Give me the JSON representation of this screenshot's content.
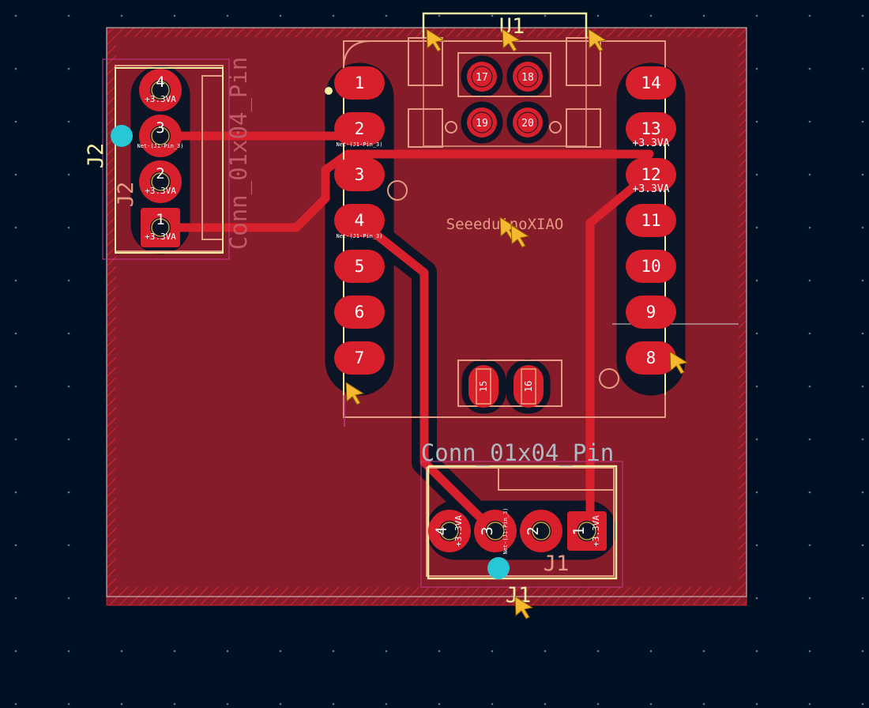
{
  "colors": {
    "background": "#001023",
    "board_fill": "#861b2a",
    "edge_cut": "#d0d2cd",
    "keepout_hatch": "#c8252f",
    "copper_pad": "#d8202c",
    "clearance": "#0b1526",
    "silkscreen": "#f2eda1",
    "courtyard": "#e59a82",
    "fab_text": "#c05a66",
    "marker": "#f5b82e",
    "ratsnest_dot": "#27c7d6",
    "grid_dot": "#6a7585"
  },
  "icons": {
    "selection_marker": "cursor-arrow-icon",
    "anchor": "cyan-dot-icon"
  },
  "board": {
    "xiao": {
      "reference": "U1",
      "value": "SeeeduinoXIAO",
      "left_pads": [
        "1",
        "2",
        "3",
        "4",
        "5",
        "6",
        "7"
      ],
      "right_pads": [
        "14",
        "13",
        "12",
        "11",
        "10",
        "9",
        "8"
      ],
      "left_pad_nets": [
        "",
        "Net-(J1-Pin_3)",
        "",
        "Net-(J1-Pin_3)",
        "",
        "",
        ""
      ],
      "right_pad_nets": [
        "",
        "+3.3VA",
        "+3.3VA",
        "",
        "",
        "",
        ""
      ],
      "top_pads": [
        "17",
        "18",
        "19",
        "20"
      ],
      "bottom_pads": [
        "15",
        "16"
      ]
    },
    "j1": {
      "reference": "J1",
      "value": "Conn_01x04_Pin",
      "pads": [
        "4",
        "3",
        "2",
        "1"
      ],
      "pad_nets": [
        "+3.3VA",
        "Net-(J1-Pin_3)",
        "",
        "+3.3VA"
      ]
    },
    "j2": {
      "reference": "J2",
      "value": "Conn_01x04_Pin",
      "pads": [
        "4",
        "3",
        "2",
        "1"
      ],
      "pad_nets": [
        "+3.3VA",
        "Net-(J1-Pin_3)",
        "+3.3VA",
        "+3.3VA"
      ]
    }
  }
}
